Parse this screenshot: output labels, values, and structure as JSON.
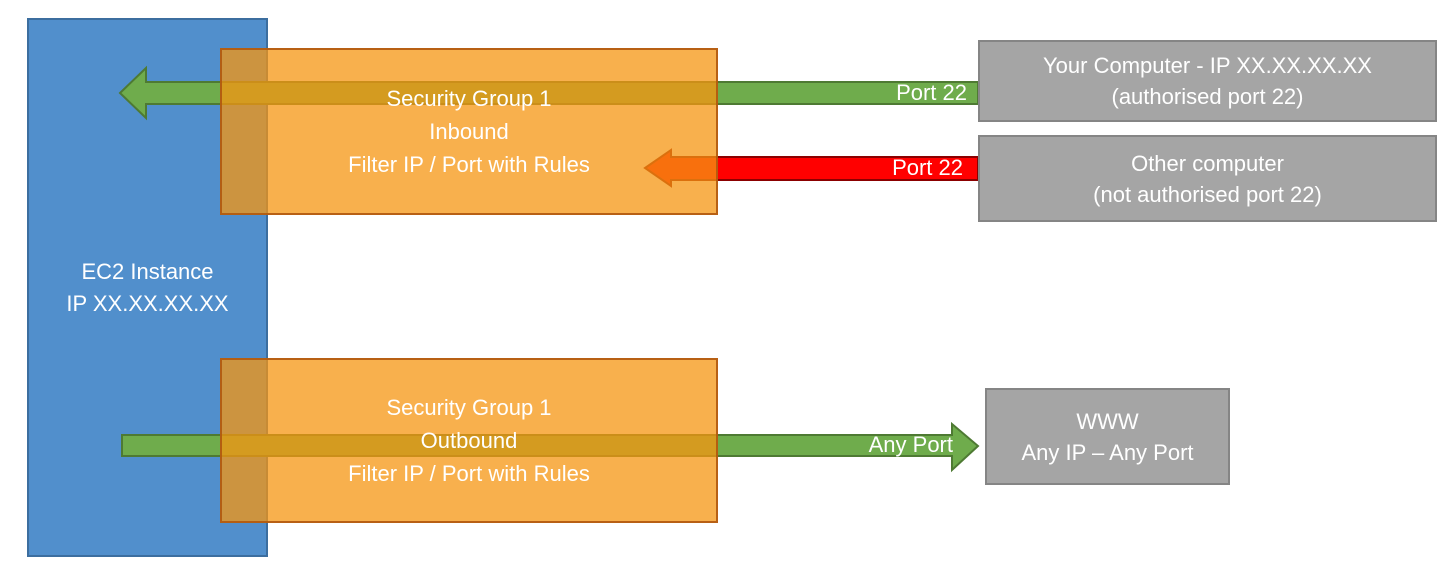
{
  "colors": {
    "ec2_blue": "#518FCC",
    "ec2_blue_border": "#3C6E9F",
    "security_group_orange": "rgba(246,150,18,0.75)",
    "security_group_orange_border": "rgba(176,88,14,0.9)",
    "arrow_green": "#6FAC4C",
    "arrow_green_border": "#4E7A33",
    "arrow_red": "#FF0000",
    "node_gray": "#A5A5A5",
    "node_gray_border": "#858585",
    "text_white": "#FFFFFF"
  },
  "ec2": {
    "lines": [
      "EC2 Instance",
      "IP XX.XX.XX.XX"
    ]
  },
  "security_group_inbound": {
    "lines": [
      "Security Group 1",
      "Inbound",
      "Filter IP / Port with Rules"
    ]
  },
  "security_group_outbound": {
    "lines": [
      "Security Group 1",
      "Outbound",
      "Filter IP / Port with Rules"
    ]
  },
  "your_computer": {
    "lines": [
      "Your Computer - IP XX.XX.XX.XX",
      "(authorised port 22)"
    ]
  },
  "other_computer": {
    "lines": [
      "Other computer",
      "(not authorised port 22)"
    ]
  },
  "www": {
    "lines": [
      "WWW",
      "Any IP – Any Port"
    ]
  },
  "arrow_labels": {
    "inbound_allowed": "Port 22",
    "inbound_blocked": "Port 22",
    "outbound": "Any Port"
  }
}
